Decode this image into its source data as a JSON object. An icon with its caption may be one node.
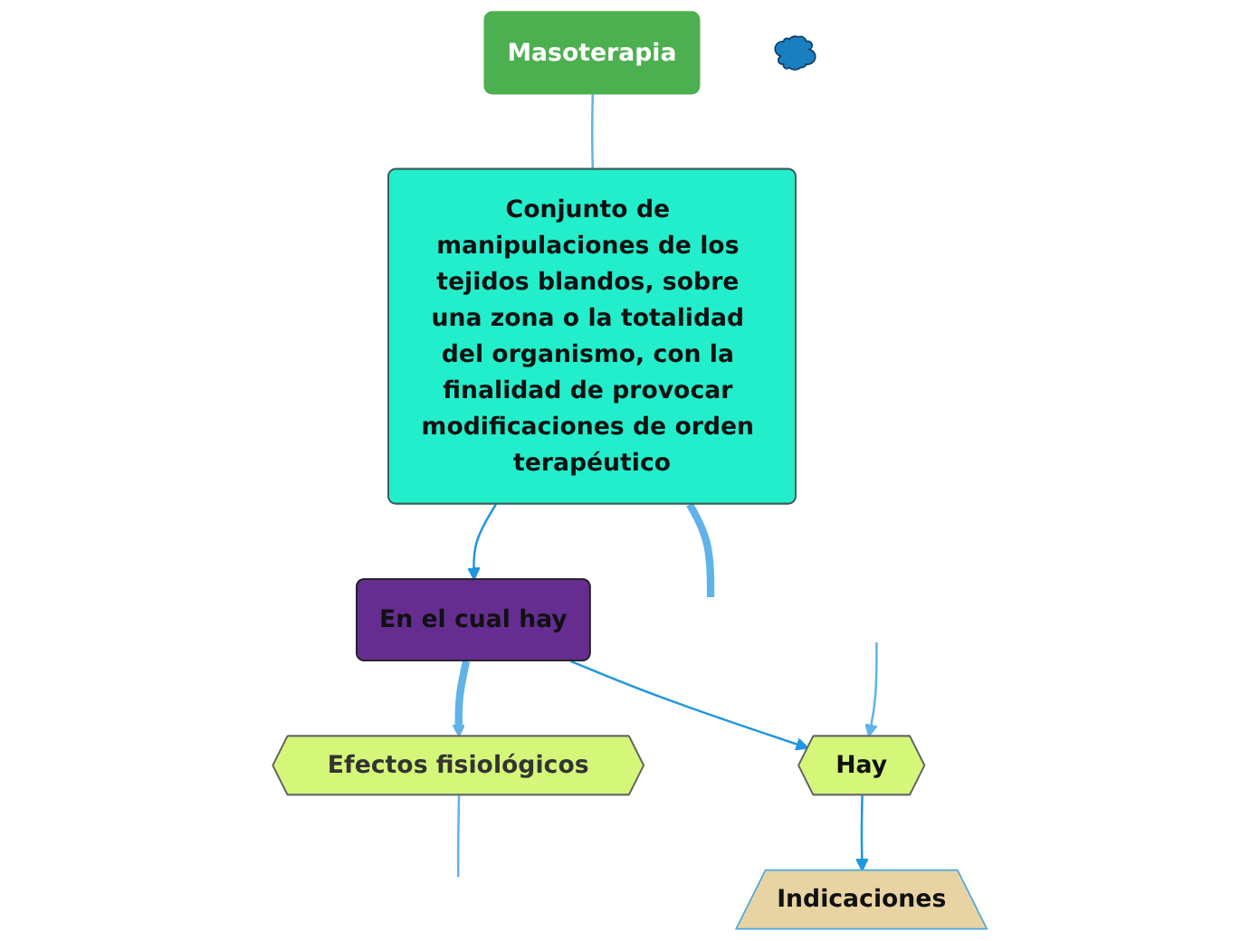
{
  "diagram": {
    "nodes": [
      {
        "text": [
          "Masoterapia"
        ]
      },
      {
        "text": [
          "Conjunto de manipulaciones de los tejidos blandos, sobre una zona o la totalidad del organismo, con la finalidad de provocar modificaciones de orden terapéutico"
        ]
      },
      {
        "text": [
          "Efectos fisiológicos"
        ]
      },
      {
        "text": [
          "En el cual hay"
        ]
      },
      {
        "text": [
          "Hay"
        ]
      },
      {
        "text": [
          "Indicaciones"
        ]
      },
      {
        "text": [],
        "shape": "cloud"
      }
    ],
    "edges": [
      {
        "from": 0,
        "to": 1,
        "arrow": "none"
      },
      {
        "from": 1,
        "to": 3,
        "arrow": "to",
        "color": "#1e96e0"
      },
      {
        "from": 3,
        "to": 2,
        "arrow": "to",
        "style": "thick"
      },
      {
        "from": 3,
        "to": 4,
        "arrow": "to",
        "color": "#1e96e0"
      },
      {
        "from": 4,
        "to": 5,
        "arrow": "to",
        "color": "#1e96e0"
      },
      {
        "from": 1,
        "to": null,
        "arrow": "none",
        "style": "thick"
      },
      {
        "from": null,
        "to": 4,
        "arrow": "to"
      },
      {
        "from": 2,
        "to": null,
        "arrow": "none"
      }
    ]
  }
}
